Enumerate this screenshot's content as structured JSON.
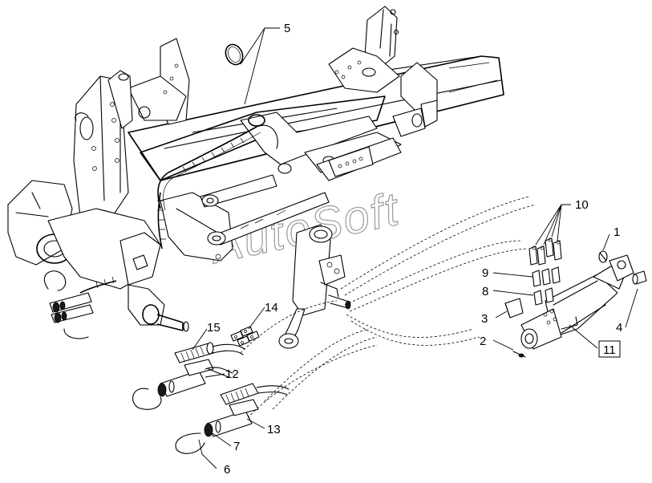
{
  "watermark": "AutoSoft",
  "callouts": [
    {
      "id": "c1",
      "label": "1"
    },
    {
      "id": "c2",
      "label": "2"
    },
    {
      "id": "c3",
      "label": "3"
    },
    {
      "id": "c4",
      "label": "4"
    },
    {
      "id": "c5",
      "label": "5"
    },
    {
      "id": "c6",
      "label": "6"
    },
    {
      "id": "c7",
      "label": "7"
    },
    {
      "id": "c8",
      "label": "8"
    },
    {
      "id": "c9",
      "label": "9"
    },
    {
      "id": "c10",
      "label": "10"
    },
    {
      "id": "c11",
      "label": "11",
      "boxed": true
    },
    {
      "id": "c12",
      "label": "12"
    },
    {
      "id": "c13",
      "label": "13"
    },
    {
      "id": "c14",
      "label": "14"
    },
    {
      "id": "c15",
      "label": "15"
    }
  ]
}
